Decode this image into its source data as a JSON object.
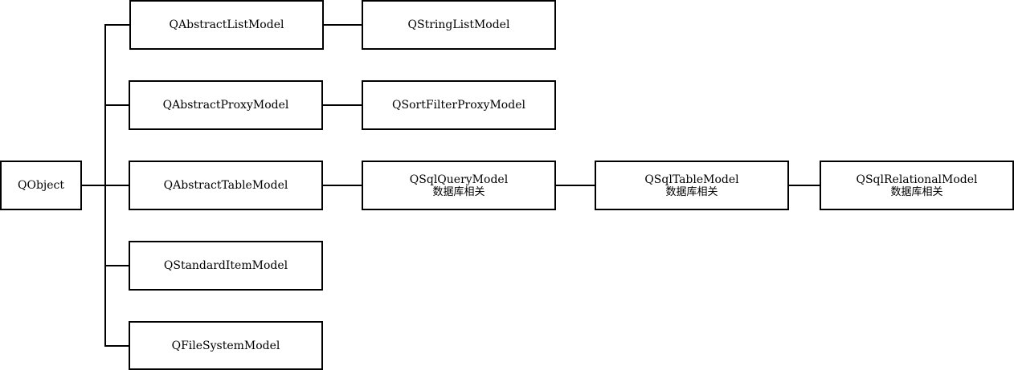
{
  "diagram": {
    "nodes": {
      "qobject": {
        "label": "QObject"
      },
      "qabstractlistmodel": {
        "label": "QAbstractListModel"
      },
      "qstringlistmodel": {
        "label": "QStringListModel"
      },
      "qabstractproxymodel": {
        "label": "QAbstractProxyModel"
      },
      "qsortfilterproxymodel": {
        "label": "QSortFilterProxyModel"
      },
      "qabstracttablemodel": {
        "label": "QAbstractTableModel"
      },
      "qsqlquerymodel": {
        "label": "QSqlQueryModel",
        "note": "数据库相关"
      },
      "qsqltablemodel": {
        "label": "QSqlTableModel",
        "note": "数据库相关"
      },
      "qsqlrelationalmodel": {
        "label": "QSqlRelationalModel",
        "note": "数据库相关"
      },
      "qstandarditemmodel": {
        "label": "QStandardItemModel"
      },
      "qfilesystemmodel": {
        "label": "QFileSystemModel"
      }
    },
    "edges": [
      {
        "from": "qobject",
        "to": "qabstractlistmodel"
      },
      {
        "from": "qobject",
        "to": "qabstractproxymodel"
      },
      {
        "from": "qobject",
        "to": "qabstracttablemodel"
      },
      {
        "from": "qobject",
        "to": "qstandarditemmodel"
      },
      {
        "from": "qobject",
        "to": "qfilesystemmodel"
      },
      {
        "from": "qabstractlistmodel",
        "to": "qstringlistmodel"
      },
      {
        "from": "qabstractproxymodel",
        "to": "qsortfilterproxymodel"
      },
      {
        "from": "qabstracttablemodel",
        "to": "qsqlquerymodel"
      },
      {
        "from": "qsqlquerymodel",
        "to": "qsqltablemodel"
      },
      {
        "from": "qsqltablemodel",
        "to": "qsqlrelationalmodel"
      }
    ],
    "colors": {
      "line": "#000000",
      "box_border": "#000000",
      "box_fill": "#ffffff",
      "text": "#000000"
    }
  }
}
